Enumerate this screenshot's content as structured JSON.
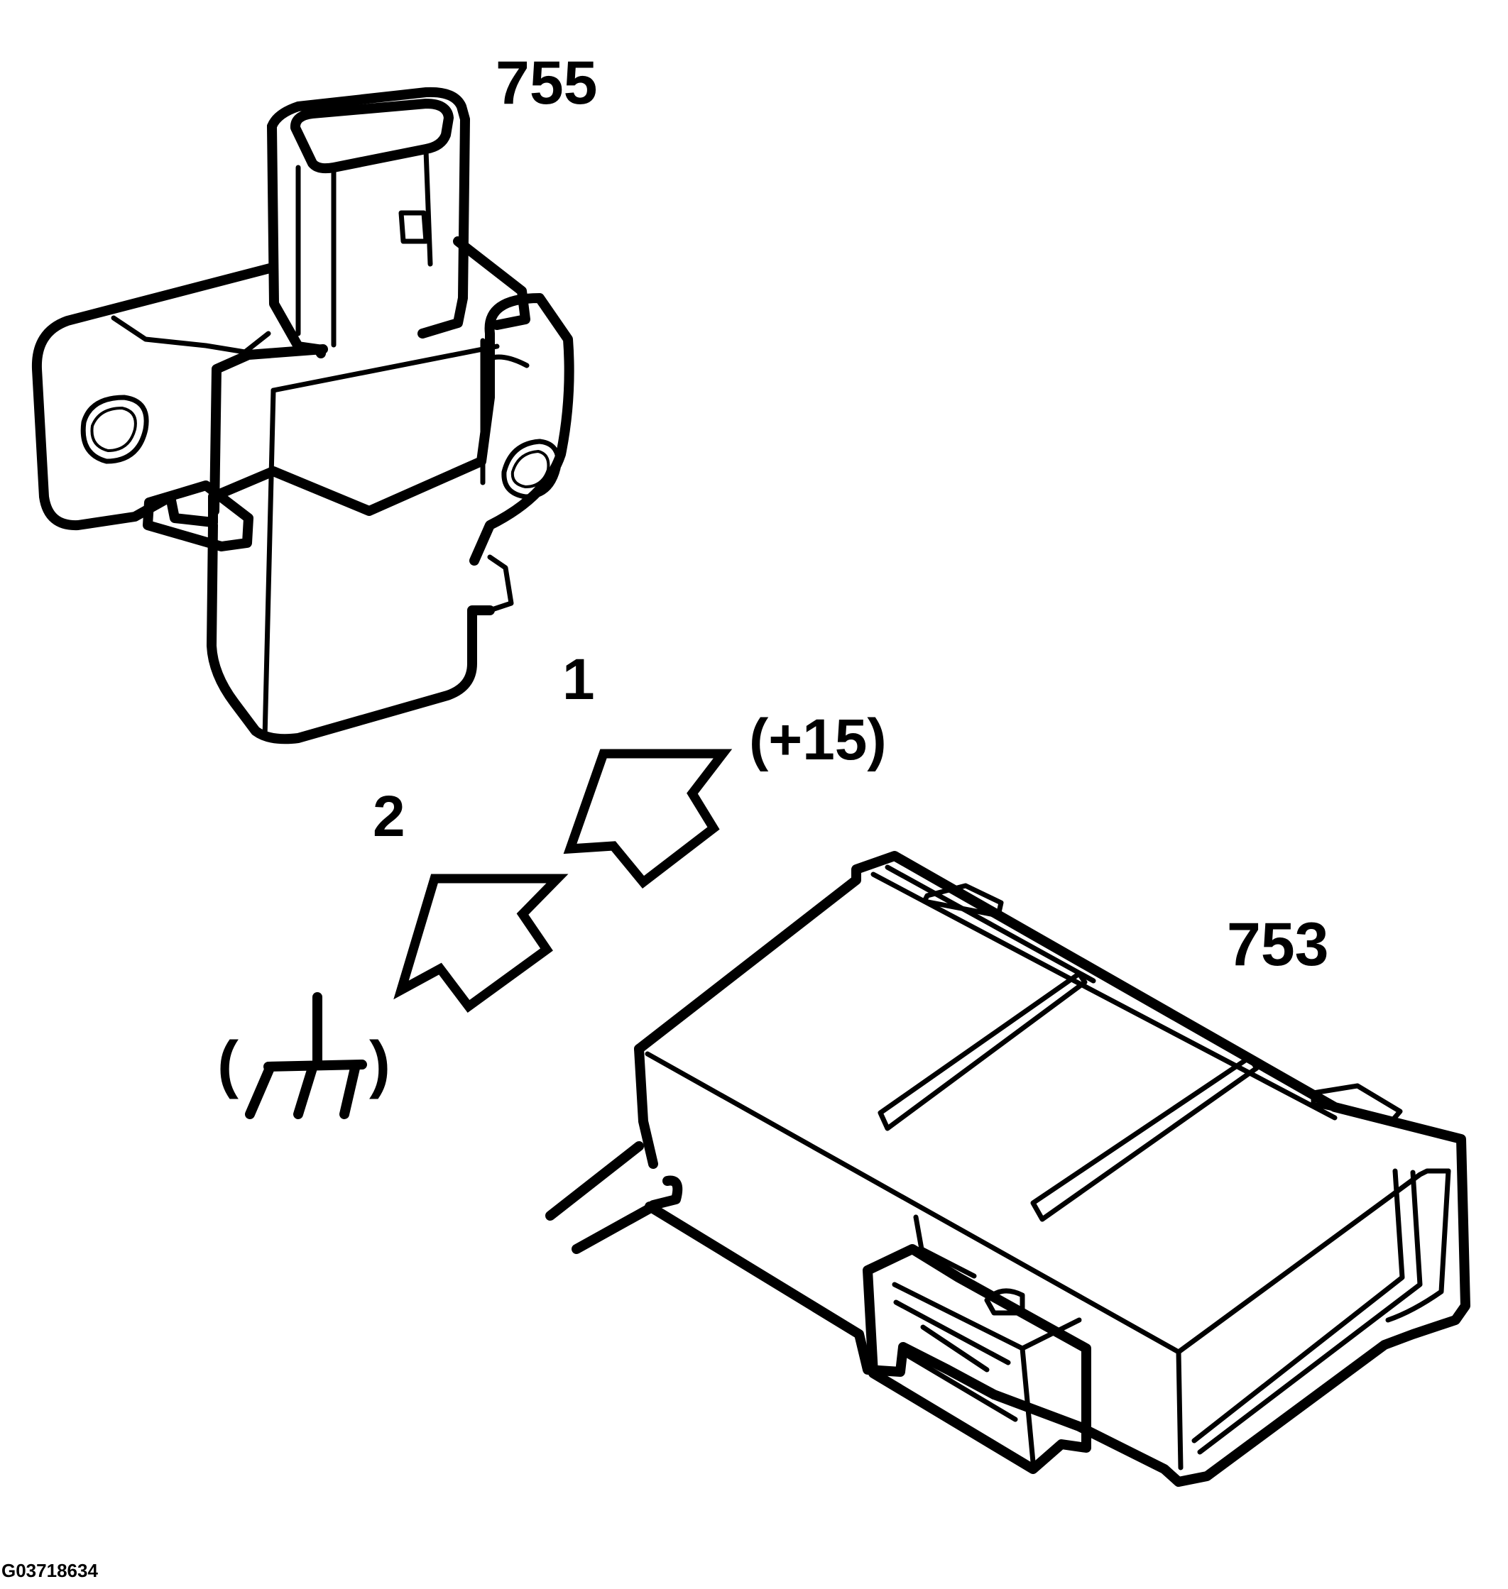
{
  "labels": {
    "part_upper": "755",
    "part_lower": "753",
    "pin_1": "1",
    "pin_2": "2",
    "supply": "(+15)",
    "ground_open": "(",
    "ground_close": ")",
    "figure_id": "G03718634"
  },
  "icons": {
    "ground": "ground-symbol-icon",
    "arrow": "arrow-icon"
  }
}
